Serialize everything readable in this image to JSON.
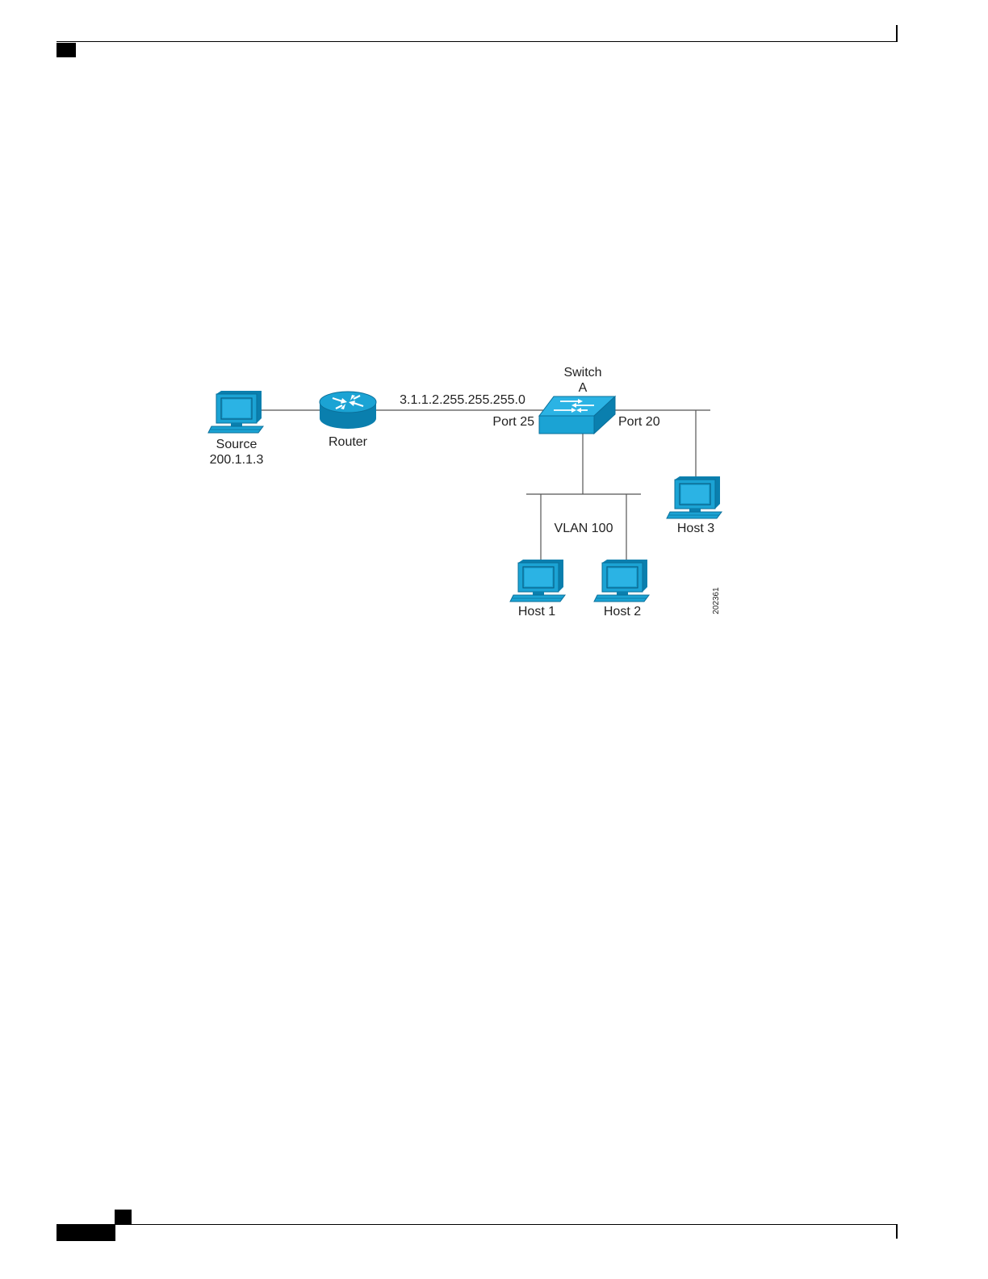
{
  "diagram": {
    "labels": {
      "source_name": "Source",
      "source_ip": "200.1.1.3",
      "router": "Router",
      "link": "3.1.1.2.255.255.255.0",
      "switch_line1": "Switch",
      "switch_line2": "A",
      "port_left": "Port 25",
      "port_right": "Port 20",
      "vlan": "VLAN 100",
      "host1": "Host 1",
      "host2": "Host 2",
      "host3": "Host 3",
      "figure_id": "202361"
    },
    "colors": {
      "device_fill": "#1ba3d4",
      "device_dark": "#0a7fae",
      "line": "#555555"
    }
  }
}
